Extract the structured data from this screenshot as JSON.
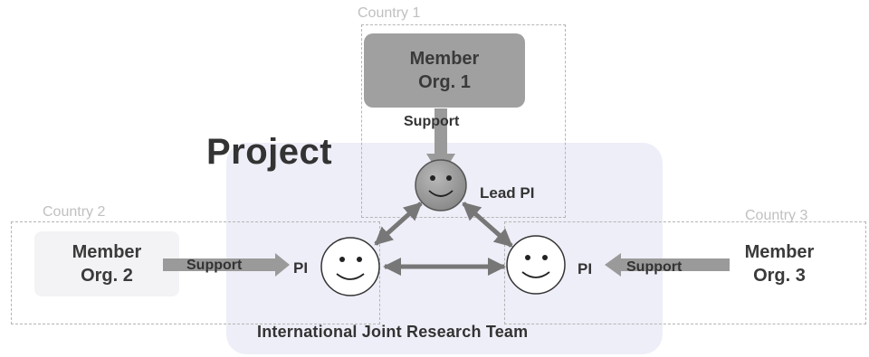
{
  "project": {
    "title": "Project",
    "team_label": "International Joint Research Team"
  },
  "countries": [
    {
      "label": "Country 1"
    },
    {
      "label": "Country 2"
    },
    {
      "label": "Country 3"
    }
  ],
  "organizations": [
    {
      "label": "Member\nOrg. 1"
    },
    {
      "label": "Member\nOrg. 2"
    },
    {
      "label": "Member\nOrg. 3"
    }
  ],
  "support_label": "Support",
  "investigators": [
    {
      "label": "Lead PI"
    },
    {
      "label": "PI"
    },
    {
      "label": "PI"
    }
  ],
  "colors": {
    "project_bg": "#eeeef8",
    "org1_fill": "#a0a0a0",
    "arrow_fill": "#9a9a9a",
    "dashed_border": "#b5b5b5"
  }
}
